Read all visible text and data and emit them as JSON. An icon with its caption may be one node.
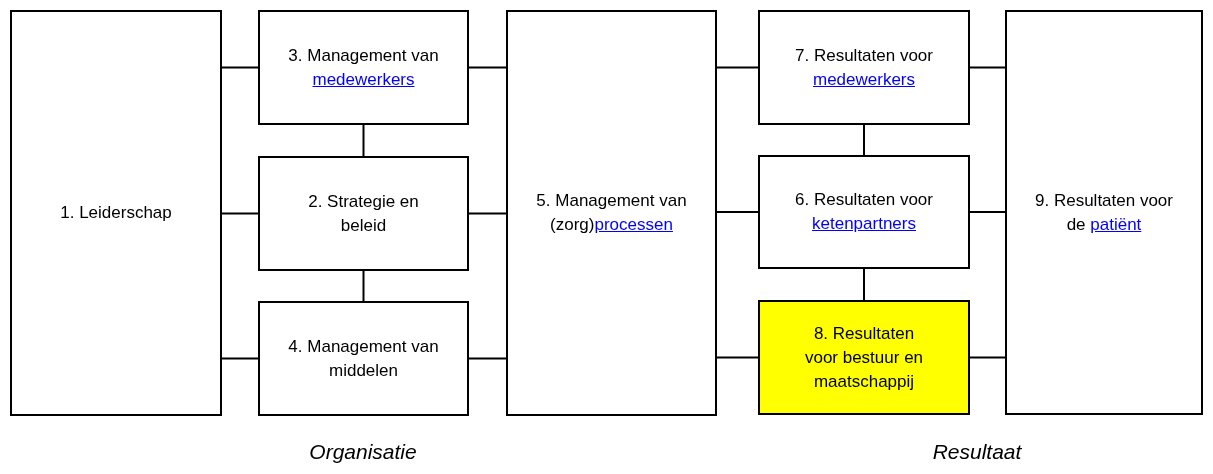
{
  "diagram": {
    "nodes": [
      {
        "text": [
          "1. Leiderschap"
        ]
      },
      {
        "text": [
          "3. Management van",
          "medewerkers"
        ]
      },
      {
        "text": [
          "2. Strategie en beleid"
        ]
      },
      {
        "text": [
          "4. Management van middelen"
        ]
      },
      {
        "text": [
          "5. Management van (zorg)",
          "processen"
        ]
      },
      {
        "text": [
          "7. Resultaten voor",
          "medewerkers"
        ]
      },
      {
        "text": [
          "6. Resultaten voor",
          "ketenpartners"
        ]
      },
      {
        "text": [
          "8. Resultaten voor bestuur en maatschappij"
        ]
      },
      {
        "text": [
          "9. Resultaten voor de",
          "patiënt"
        ]
      }
    ],
    "edges": [
      {
        "from": 0,
        "to": 1,
        "arrow": "none"
      },
      {
        "from": 0,
        "to": 2,
        "arrow": "none"
      },
      {
        "from": 0,
        "to": 3,
        "arrow": "none"
      },
      {
        "from": 1,
        "to": 2,
        "arrow": "none"
      },
      {
        "from": 2,
        "to": 3,
        "arrow": "none"
      },
      {
        "from": 1,
        "to": 4,
        "arrow": "none"
      },
      {
        "from": 2,
        "to": 4,
        "arrow": "none"
      },
      {
        "from": 3,
        "to": 4,
        "arrow": "none"
      },
      {
        "from": 4,
        "to": 5,
        "arrow": "none"
      },
      {
        "from": 4,
        "to": 6,
        "arrow": "none"
      },
      {
        "from": 4,
        "to": 7,
        "arrow": "none"
      },
      {
        "from": 5,
        "to": 6,
        "arrow": "none"
      },
      {
        "from": 6,
        "to": 7,
        "arrow": "none"
      },
      {
        "from": 5,
        "to": 8,
        "arrow": "none"
      },
      {
        "from": 6,
        "to": 8,
        "arrow": "none"
      },
      {
        "from": 7,
        "to": 8,
        "arrow": "none"
      }
    ],
    "labels": [
      "Organisatie",
      "Resultaat"
    ]
  }
}
